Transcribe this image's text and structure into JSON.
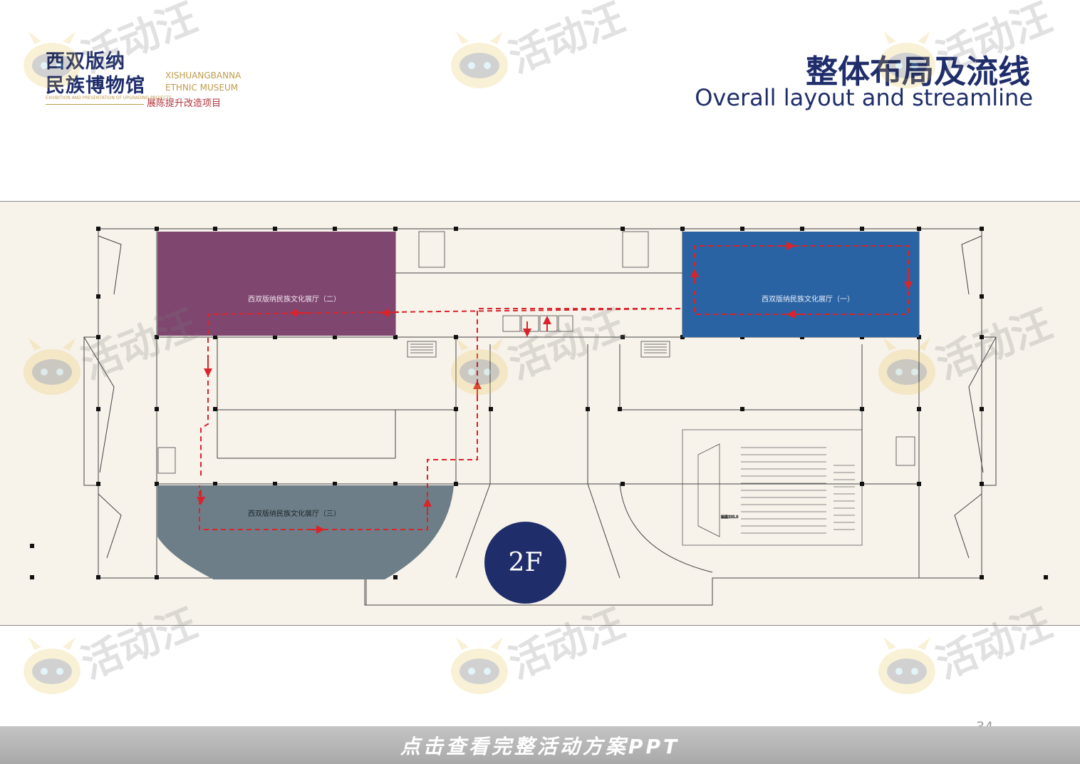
{
  "logo": {
    "cn_line1": "西双版纳",
    "cn_line2": "民族博物馆",
    "en_line1": "XISHUANGBANNA",
    "en_line2": "ETHNIC MUSEUM",
    "project": "展陈提升改造项目",
    "tiny_text": "EXHIBITION AND PRESENTATION OF UPGRADING PROJECTS"
  },
  "header": {
    "title_cn": "整体布局及流线",
    "title_en": "Overall layout and streamline"
  },
  "floor_plan": {
    "floor_badge": "2F",
    "halls": [
      {
        "label": "西双版纳民族文化展厅（一）",
        "color": "#2a63a4"
      },
      {
        "label": "西双版纳民族文化展厅（二）",
        "color": "#7f4670"
      },
      {
        "label": "西双版纳民族文化展厅（三）",
        "color": "#6d7e88"
      }
    ],
    "auditorium_label": "标高335.0",
    "streamline_color": "#d9242b"
  },
  "watermark_text": "活动汪",
  "page_number": "34",
  "banner": {
    "text": "点击查看完整活动方案PPT"
  }
}
